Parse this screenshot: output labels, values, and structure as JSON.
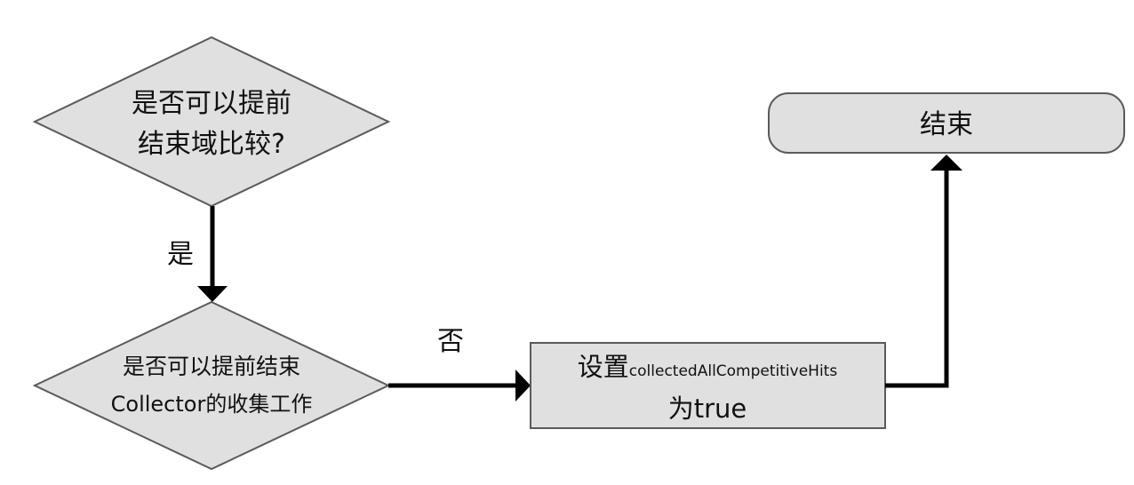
{
  "colors": {
    "node_fill": "#e0e0e0",
    "node_stroke": "#5a5a5a",
    "edge": "#000000",
    "text": "#111111",
    "background": "#ffffff"
  },
  "nodes": {
    "decision1": {
      "line1": "是否可以提前",
      "line2": "结束域比较?"
    },
    "decision2": {
      "line1": "是否可以提前结束",
      "line2": "Collector的收集工作"
    },
    "process": {
      "prefix": "设置",
      "code": "collectedAllCompetitiveHits",
      "line2": "为true"
    },
    "end": {
      "label": "结束"
    }
  },
  "edges": {
    "yes_label": "是",
    "no_label": "否"
  }
}
